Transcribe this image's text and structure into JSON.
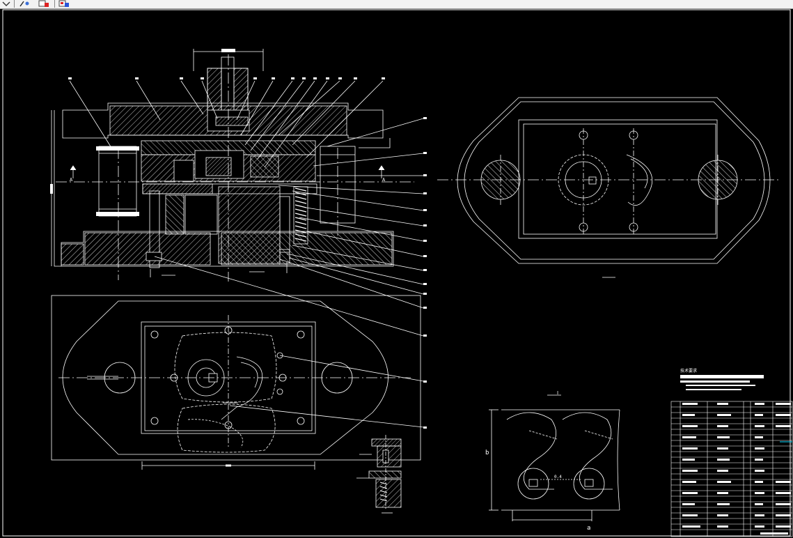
{
  "toolbar": {
    "buttons": [
      {
        "name": "dropdown-arrow-icon"
      },
      {
        "name": "pick-tool-icon"
      },
      {
        "name": "red-tool-icon"
      },
      {
        "name": "blue-tool-icon"
      }
    ]
  },
  "drawing": {
    "section_marker": "A",
    "detail_label": "Ⅰ",
    "gap_label": "0.4",
    "dim_b_label": "b",
    "dim_a_label": "a",
    "tech_req_title": "技术要求",
    "colors": {
      "background": "#000000",
      "line": "#ffffff",
      "cyan": "#00d8ff",
      "toolbar": "#f2f2f2"
    }
  }
}
